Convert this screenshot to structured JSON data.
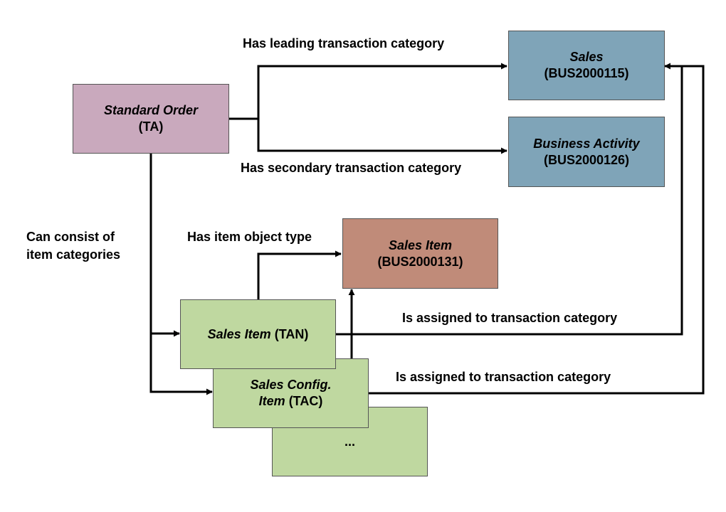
{
  "colors": {
    "ta": "#C9A9BD",
    "category": "#7FA4B8",
    "item_object": "#C08B79",
    "item_category": "#BFD8A0",
    "line": "#000000",
    "border": "#555555"
  },
  "nodes": {
    "standard_order": {
      "name": "Standard Order",
      "code": "(TA)"
    },
    "sales": {
      "name": "Sales",
      "code": "(BUS2000115)"
    },
    "business_activity": {
      "name": "Business Activity",
      "code": "(BUS2000126)"
    },
    "sales_item_obj": {
      "name": "Sales Item",
      "code": "(BUS2000131)"
    },
    "sales_item_tan": {
      "name": "Sales Item",
      "code": "(TAN)"
    },
    "sales_config_item": {
      "name_line1": "Sales Config.",
      "name_line2": "Item",
      "code": "(TAC)"
    },
    "more_items": {
      "text": "..."
    }
  },
  "edge_labels": {
    "leading": "Has leading transaction category",
    "secondary": "Has secondary transaction category",
    "consist_line1": "Can consist of",
    "consist_line2": "item categories",
    "item_object_type": "Has item object type",
    "assigned_tan": "Is assigned to transaction category",
    "assigned_tac": "Is assigned to transaction category"
  }
}
